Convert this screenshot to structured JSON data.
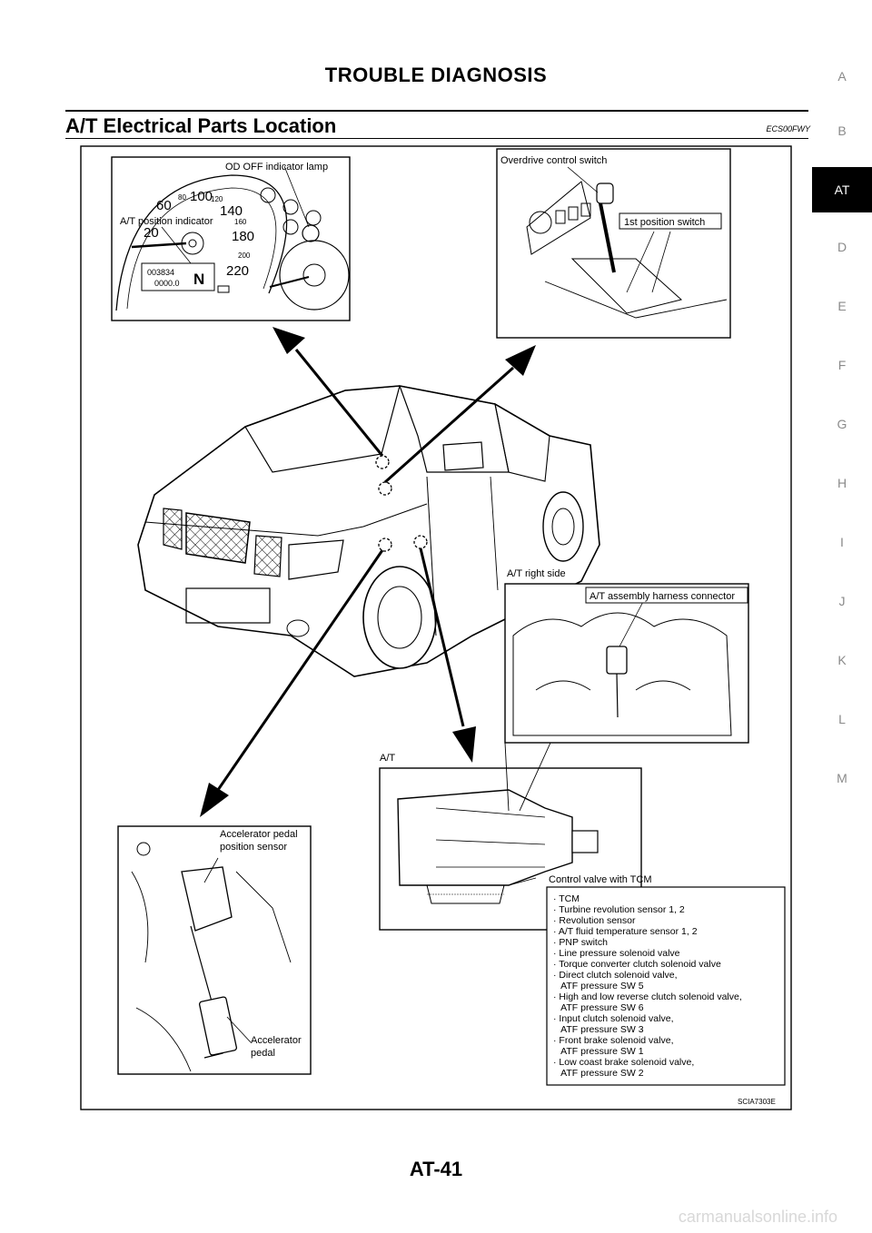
{
  "header": {
    "title": "TROUBLE DIAGNOSIS"
  },
  "section": {
    "title": "A/T Electrical Parts Location",
    "code": "ECS00FWY"
  },
  "side_index": {
    "letters": [
      "A",
      "B",
      "AT",
      "D",
      "E",
      "F",
      "G",
      "H",
      "I",
      "J",
      "K",
      "L",
      "M"
    ],
    "active": "AT"
  },
  "figure": {
    "callouts": {
      "od_off_lamp": "OD OFF indicator lamp",
      "at_position_indicator": "A/T position indicator",
      "overdrive_switch": "Overdrive control switch",
      "first_position_switch": "1st position switch",
      "at_right_side": "A/T right side",
      "harness_connector": "A/T assembly harness connector",
      "at": "A/T",
      "control_valve": "Control valve with TCM",
      "accel_sensor_line1": "Accelerator pedal",
      "accel_sensor_line2": "position sensor",
      "accel_pedal_line1": "Accelerator",
      "accel_pedal_line2": "pedal"
    },
    "speedometer": {
      "ticks": [
        "20",
        "60",
        "80",
        "100",
        "120",
        "140",
        "160",
        "180",
        "200",
        "220"
      ],
      "odometer": "003834",
      "trip": "0000.0",
      "gear": "N"
    },
    "tcm_list": [
      "· TCM",
      "· Turbine revolution sensor 1, 2",
      "· Revolution sensor",
      "· A/T fluid temperature sensor 1, 2",
      "· PNP switch",
      "· Line pressure solenoid valve",
      "· Torque converter clutch solenoid valve",
      "· Direct clutch solenoid valve,",
      "   ATF pressure SW 5",
      "· High and low reverse clutch solenoid valve,",
      "   ATF pressure SW 6",
      "· Input clutch solenoid valve,",
      "   ATF pressure SW 3",
      "· Front brake solenoid valve,",
      "   ATF pressure SW 1",
      "· Low coast brake solenoid valve,",
      "   ATF pressure SW 2"
    ],
    "figure_code": "SCIA7303E"
  },
  "page_number": "AT-41",
  "watermark": "carmanualsonline.info"
}
